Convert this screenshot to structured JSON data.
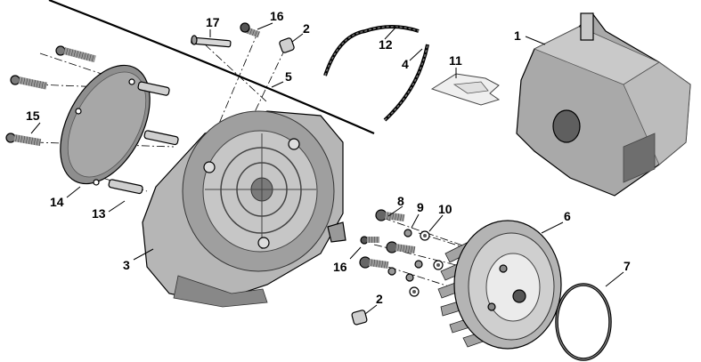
{
  "callouts": [
    {
      "id": "17",
      "text": "17"
    },
    {
      "id": "16a",
      "text": "16"
    },
    {
      "id": "2a",
      "text": "2"
    },
    {
      "id": "5",
      "text": "5"
    },
    {
      "id": "12",
      "text": "12"
    },
    {
      "id": "4",
      "text": "4"
    },
    {
      "id": "11",
      "text": "11"
    },
    {
      "id": "1",
      "text": "1"
    },
    {
      "id": "15",
      "text": "15"
    },
    {
      "id": "14",
      "text": "14"
    },
    {
      "id": "13",
      "text": "13"
    },
    {
      "id": "3",
      "text": "3"
    },
    {
      "id": "8",
      "text": "8"
    },
    {
      "id": "9",
      "text": "9"
    },
    {
      "id": "10",
      "text": "10"
    },
    {
      "id": "6",
      "text": "6"
    },
    {
      "id": "7",
      "text": "7"
    },
    {
      "id": "16b",
      "text": "16"
    },
    {
      "id": "2b",
      "text": "2"
    }
  ],
  "colors": {
    "part_fill": "#b8b8b8",
    "part_dark": "#8a8a8a",
    "part_light": "#d6d6d6",
    "line": "#000000"
  }
}
